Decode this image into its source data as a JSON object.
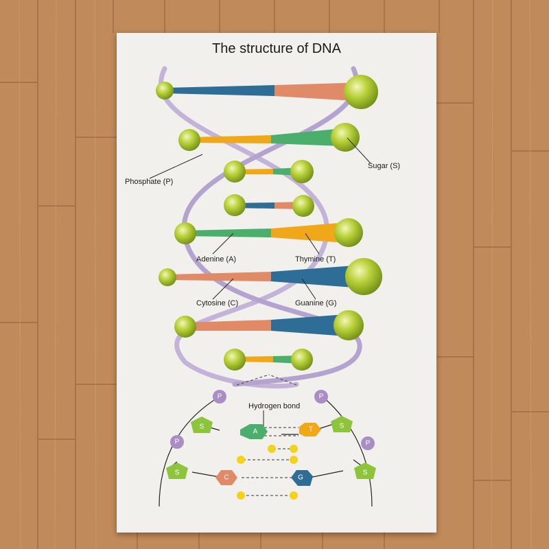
{
  "title": "The structure of DNA",
  "labels": {
    "phosphate": "Phosphate (P)",
    "sugar": "Sugar (S)",
    "adenine": "Adenine (A)",
    "thymine": "Thymine (T)",
    "cytosine": "Cytosine (C)",
    "guanine": "Guanine (G)",
    "hydrogen_bond": "Hydrogen bond"
  },
  "nodes": {
    "phosphate": "P",
    "sugar": "S",
    "adenine": "A",
    "thymine": "T",
    "cytosine": "C",
    "guanine": "G"
  },
  "colors": {
    "floor": "#c08a5a",
    "rug": "#f1f0ec",
    "backbone": "#c3b3d9",
    "sphere": "#a8c02a",
    "adenine": "#4cae6d",
    "thymine": "#f0a818",
    "cytosine": "#e08a68",
    "guanine": "#2e6e96",
    "phosphate_node": "#a98ec4",
    "sugar_node": "#8cc43c",
    "hydrogen": "#f4d21a"
  }
}
